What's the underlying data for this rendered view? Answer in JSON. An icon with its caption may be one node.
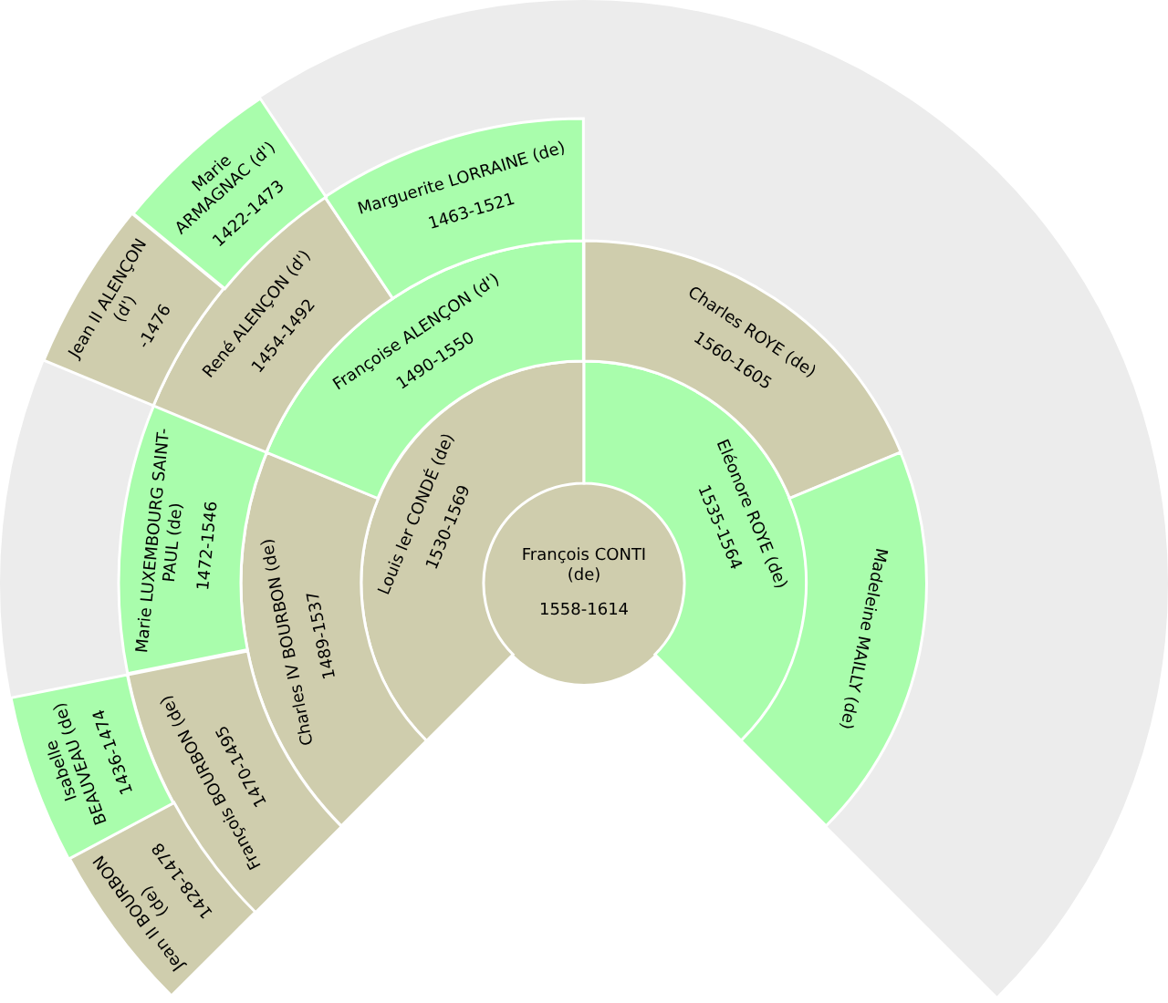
{
  "diagram": {
    "nodes": [
      {
        "text": [
          "François CONTI (de)",
          "1558-1614"
        ]
      },
      {
        "text": [
          "Louis Ier CONDÉ (de)",
          "1530-1569"
        ]
      },
      {
        "text": [
          "Eléonore ROYE (de)",
          "1535-1564"
        ]
      },
      {
        "text": [
          "Charles IV BOURBON (de)",
          "1489-1537"
        ]
      },
      {
        "text": [
          "Françoise ALENÇON (d')",
          "1490-1550"
        ]
      },
      {
        "text": [
          "Charles ROYE (de)",
          "1560-1605"
        ]
      },
      {
        "text": [
          "Madeleine MAILLY (de)"
        ]
      },
      {
        "text": [
          "François BOURBON (de)",
          "1470-1495"
        ]
      },
      {
        "text": [
          "Marie LUXEMBOURG SAINT-PAUL (de)",
          "1472-1546"
        ]
      },
      {
        "text": [
          "René ALENÇON (d')",
          "1454-1492"
        ]
      },
      {
        "text": [
          "Marguerite LORRAINE (de)",
          "1463-1521"
        ]
      },
      {
        "text": [
          "Jean II BOURBON (de)",
          "1428-1478"
        ]
      },
      {
        "text": [
          "Isabelle BEAUVEAU (de)",
          "1436-1474"
        ]
      },
      {
        "text": [
          "Jean II ALENÇON (d')",
          "-1476"
        ]
      },
      {
        "text": [
          "Marie ARMAGNAC (d')",
          "1422-1473"
        ]
      }
    ]
  }
}
